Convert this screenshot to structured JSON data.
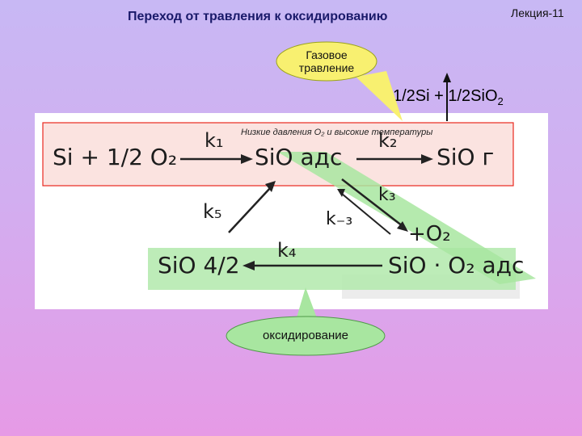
{
  "slide": {
    "title": "Переход от травления к оксидированию",
    "lecture": "Лекция-11"
  },
  "callouts": {
    "gas_etching_line1": "Газовое",
    "gas_etching_line2": "травление",
    "oxidation": "оксидирование"
  },
  "formula": {
    "part1": "1/2Si + 1/2SiO",
    "subscript": "2"
  },
  "diagram": {
    "condition_note": "Низкие давления O₂ и высокие температуры",
    "reactant": "Si + 1/2 O₂",
    "k1": "k₁",
    "sio_ads": "SiO адс",
    "k2": "k₂",
    "sio_gas": "SiO г",
    "k3": "k₃",
    "k_minus3": "k₋₃",
    "plus_o2": "+O₂",
    "k5": "k₅",
    "k4": "k₄",
    "sio_4_2": "SiO 4/2",
    "sio_o2_ads": "SiO · O₂ адс"
  },
  "colors": {
    "highlight_red": "#e8281e",
    "highlight_green": "#a8e6a0",
    "callout_fill": "#f8f070"
  }
}
